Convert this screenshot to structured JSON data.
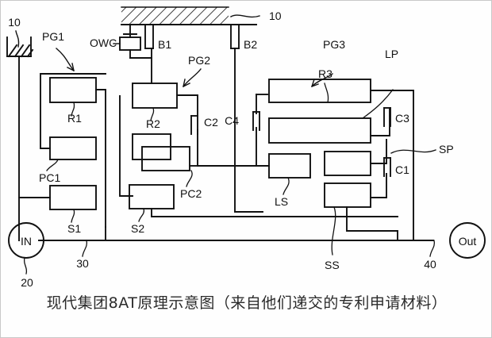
{
  "figure": {
    "caption": "现代集团8AT原理示意图（来自他们递交的专利申请材料）",
    "ink_color": "#111111",
    "background_color": "#fefefe"
  },
  "gearsets": {
    "pg1": {
      "label": "PG1",
      "ring": "R1",
      "carrier": "PC1",
      "sun": "S1"
    },
    "pg2": {
      "label": "PG2",
      "ring": "R2",
      "carrier": "PC2",
      "sun": "S2"
    },
    "pg3": {
      "label": "PG3",
      "ring": "R3",
      "long_pinion": "LP",
      "short_pinion": "SP",
      "long_sun": "LS",
      "short_sun": "SS"
    }
  },
  "brakes": [
    {
      "name": "B1"
    },
    {
      "name": "B2"
    }
  ],
  "clutches": [
    {
      "name": "C1"
    },
    {
      "name": "C2"
    },
    {
      "name": "C3"
    },
    {
      "name": "C4"
    }
  ],
  "one_way_clutch": {
    "label": "OWC"
  },
  "shafts": {
    "input": {
      "label": "IN",
      "ref": "20",
      "shaft_ref": "30"
    },
    "output": {
      "label": "Out",
      "ref": "40"
    }
  },
  "housing": [
    {
      "ref": "10",
      "side": "left"
    },
    {
      "ref": "10",
      "side": "top"
    }
  ]
}
